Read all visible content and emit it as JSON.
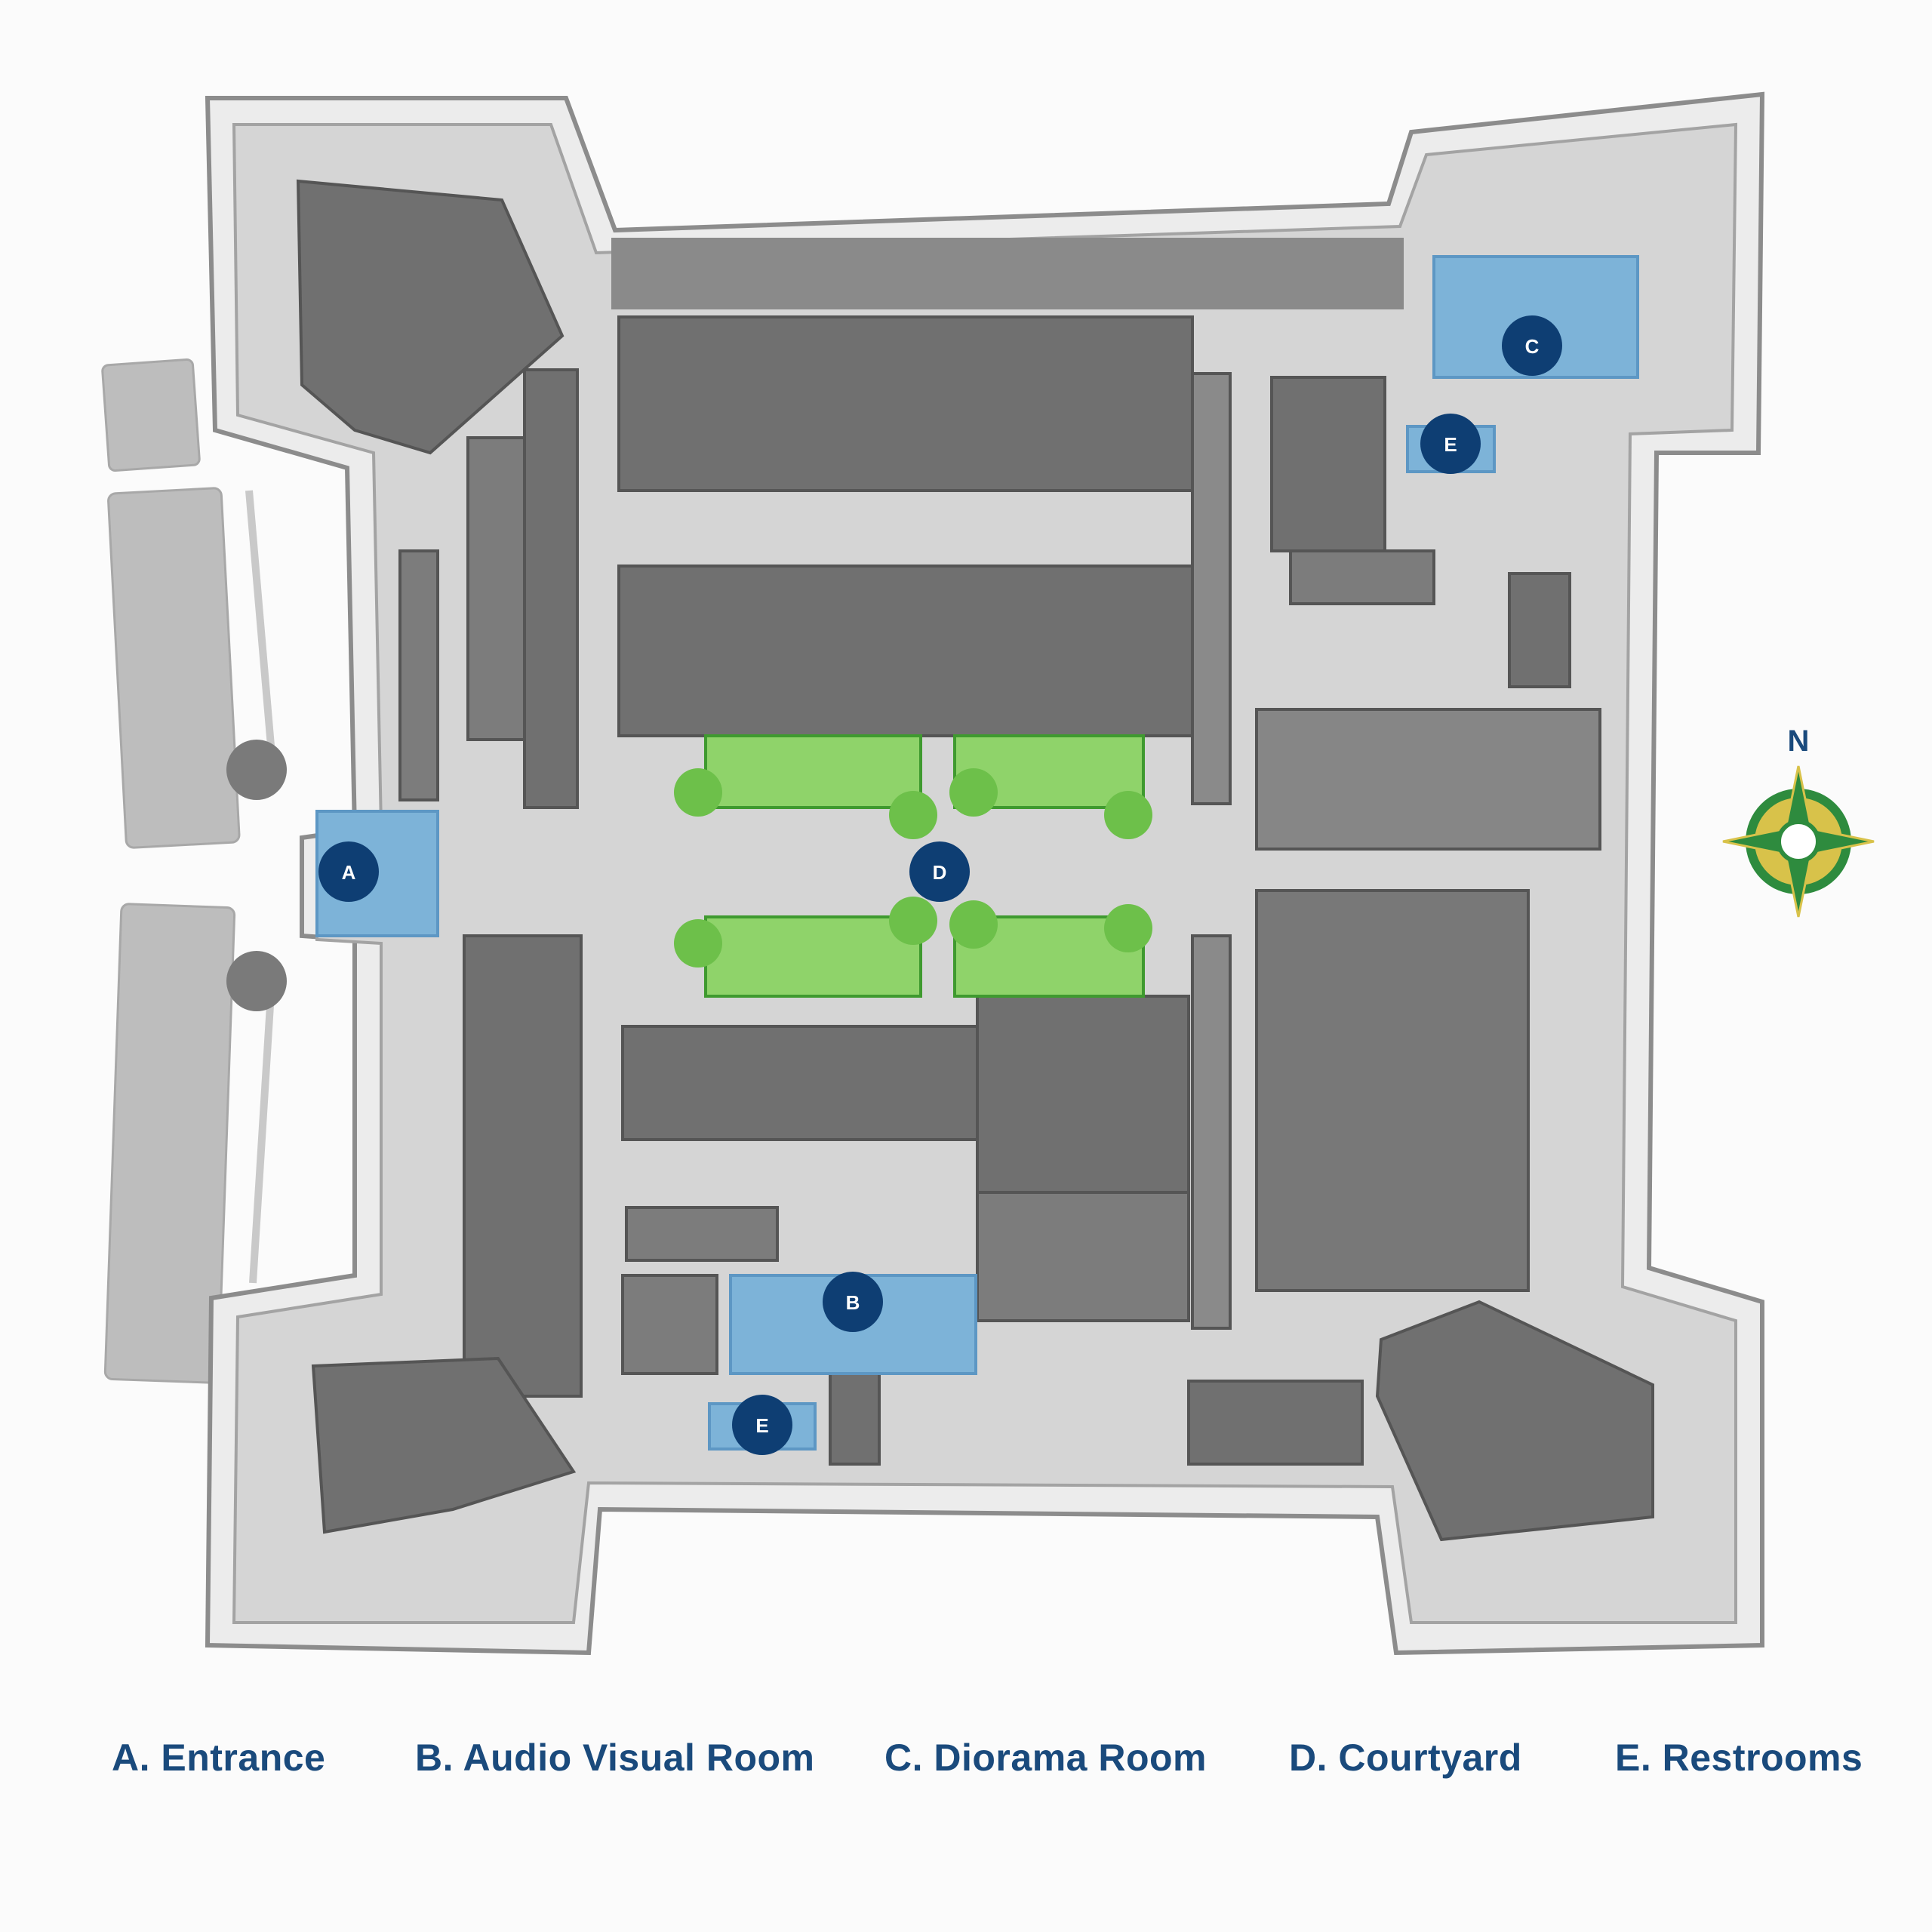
{
  "map": {
    "colors": {
      "background": "#fbfbfb",
      "outer_wall": "#e9e9e9",
      "ground": "#d6d6d6",
      "building": "#6e6e6e",
      "building_light": "#8c8c8c",
      "outside_building": "#b9b9b9",
      "highlight": "#7db3d8",
      "highlight_dark": "#5d97c4",
      "marker": "#0e3e73",
      "garden_light": "#8fd36a",
      "garden_dark": "#3f9a2f",
      "compass_gold": "#d8c24a",
      "compass_green": "#2e8b3e",
      "legend_text": "#1a4a7c"
    },
    "markers": [
      {
        "id": "A",
        "label": "A"
      },
      {
        "id": "B",
        "label": "B"
      },
      {
        "id": "C",
        "label": "C"
      },
      {
        "id": "D",
        "label": "D"
      },
      {
        "id": "E1",
        "label": "E"
      },
      {
        "id": "E2",
        "label": "E"
      }
    ],
    "compass": {
      "label": "N",
      "icon": "compass-rose-icon"
    }
  },
  "legend": {
    "entrance": "A. Entrance",
    "audio_visual": "B. Audio Visual Room",
    "diorama": "C. Diorama Room",
    "courtyard": "D. Courtyard",
    "restrooms": "E. Restrooms"
  }
}
